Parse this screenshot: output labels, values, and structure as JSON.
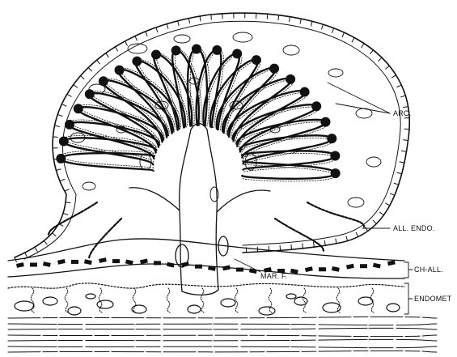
{
  "labels": {
    "arc": "ARC.",
    "all_endo": "ALL. ENDO.",
    "ch_all": "CH-ALL.",
    "mar_f": "MAR. F.",
    "endomet": "ENDOMET"
  },
  "colors": {
    "ink": "#111111",
    "paper": "#ffffff"
  }
}
